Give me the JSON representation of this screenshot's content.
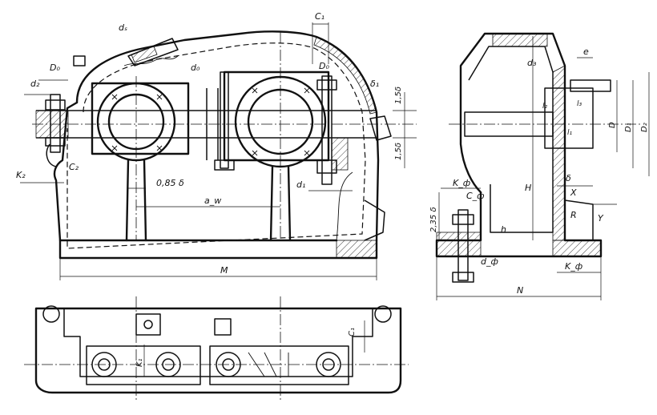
{
  "dimension_labels": {
    "d_s": "dₛ",
    "c1_top": "C₁",
    "d0_left": "D₀",
    "d2": "d₂",
    "d0_mid": "d₀",
    "d0_right": "D₀",
    "delta_top": "δ₁",
    "one_five_delta_top": "1,5δ",
    "one_five_delta_bot": "1,5δ",
    "k2": "K₂",
    "c2": "C₂",
    "zero85_delta": "0,85 δ",
    "aw": "a_w",
    "d1_lower": "d₁",
    "m": "M",
    "d3": "d₃",
    "e": "e",
    "l3": "l₃",
    "l2": "l₂",
    "l1": "l₁",
    "d_right": "D",
    "d1_right": "D₁",
    "d2_right": "D₂",
    "k_phi_left": "K_ф",
    "c_phi": "C_ф",
    "two35_delta": "2,35 δ",
    "h_small": "h",
    "h_big": "H",
    "delta_right": "δ",
    "x": "X",
    "r": "R",
    "y": "Y",
    "k_phi_right": "K_ф",
    "d_phi": "d_ф",
    "n": "N",
    "c1_bottom": "C₁",
    "k1": "K₁"
  }
}
